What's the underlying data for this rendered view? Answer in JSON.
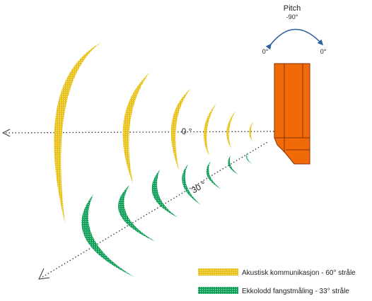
{
  "pitch": {
    "title": "Pitch",
    "top_angle": "-90°",
    "left_angle": "0°",
    "right_angle": "0°"
  },
  "beams": {
    "horizontal_angle": "0 °",
    "down_angle": "30 °"
  },
  "legend": {
    "acoustic": "Akustisk kommunikasjon - 60° stråle",
    "echo": "Ekkolodd fangstmåling - 33° stråle"
  },
  "colors": {
    "acoustic": "#e8c21e",
    "echo": "#12a05a",
    "device": "#f06a0a",
    "arrow": "#2e5f9e"
  }
}
